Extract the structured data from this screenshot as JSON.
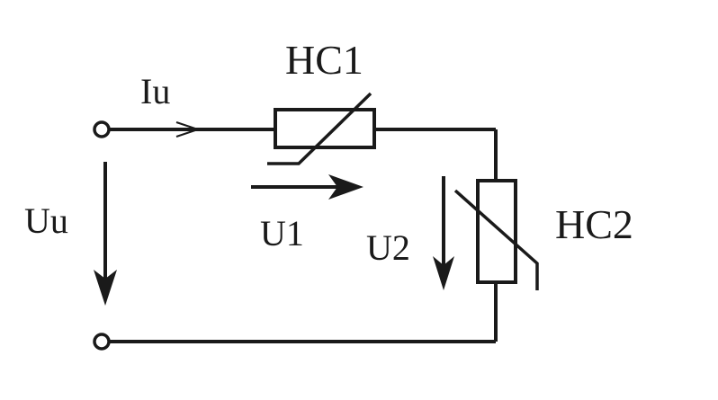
{
  "labels": {
    "iu": "Iu",
    "hc1": "HC1",
    "hc2": "HC2",
    "uu": "Uu",
    "u1": "U1",
    "u2": "U2"
  },
  "colors": {
    "stroke": "#1a1a1a",
    "background": "#ffffff"
  }
}
